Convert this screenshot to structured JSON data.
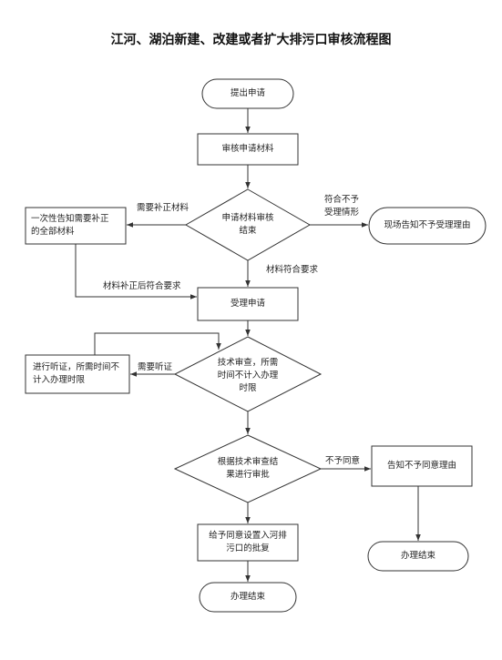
{
  "title": "江河、湖泊新建、改建或者扩大排污口审核流程图",
  "nodes": {
    "start": "提出申请",
    "review_materials": "审核申请材料",
    "decision_materials": "申请材料审核\n结束",
    "supplement_notice": "一次性告知需要补正\n的全部材料",
    "onsite_reject_notice": "现场告知不予受理理由",
    "accept": "受理申请",
    "tech_review": "技术审查，所需\n时间不计入办理\n时限",
    "hearing": "进行听证，所需时间不\n计入办理时限",
    "decision_approval": "根据技术审查结\n果进行审批",
    "notice_disapprove": "告知不予同意理由",
    "approval_grant": "给予同意设置入河排\n污口的批复",
    "end_left": "办理结束",
    "end_right": "办理结束"
  },
  "edge_labels": {
    "need_supplement": "需要补正材料",
    "not_accept": "符合不予\n受理情形",
    "materials_ok": "材料符合要求",
    "after_supplement": "材料补正后符合要求",
    "need_hearing": "需要听证",
    "disagree": "不予同意"
  }
}
